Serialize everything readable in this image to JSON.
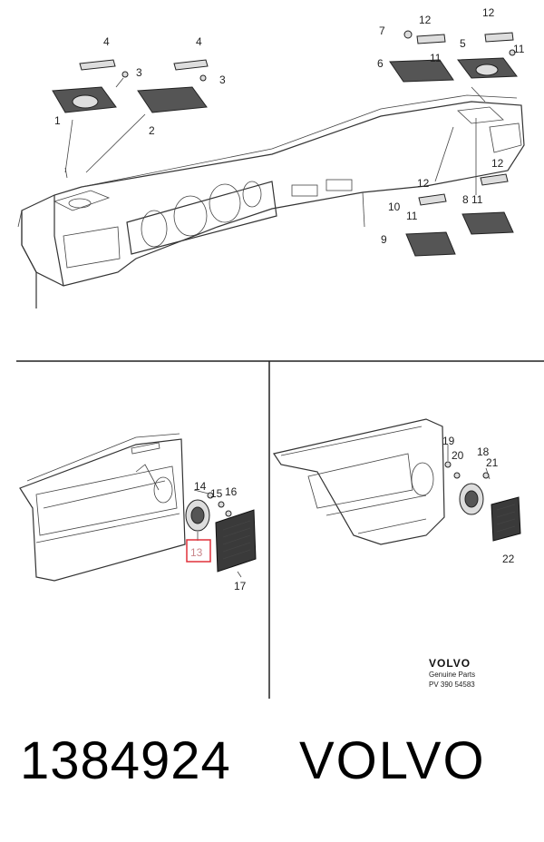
{
  "callouts_top": [
    "1",
    "2",
    "3",
    "3",
    "4",
    "4",
    "5",
    "6",
    "7",
    "8",
    "9",
    "10",
    "11",
    "11",
    "11",
    "11",
    "12",
    "12",
    "12",
    "12"
  ],
  "callouts_left": [
    "13",
    "14",
    "15",
    "16",
    "17"
  ],
  "callouts_right": [
    "18",
    "19",
    "20",
    "21",
    "22"
  ],
  "highlighted_callout": "13",
  "logo": {
    "name": "VOLVO",
    "sub": "Genuine Parts",
    "code": "PV 390 54583"
  },
  "footer": {
    "part_number": "1384924",
    "brand": "VOLVO"
  },
  "colors": {
    "highlight_box": "#e0303a",
    "highlight_text": "#c9868a"
  }
}
